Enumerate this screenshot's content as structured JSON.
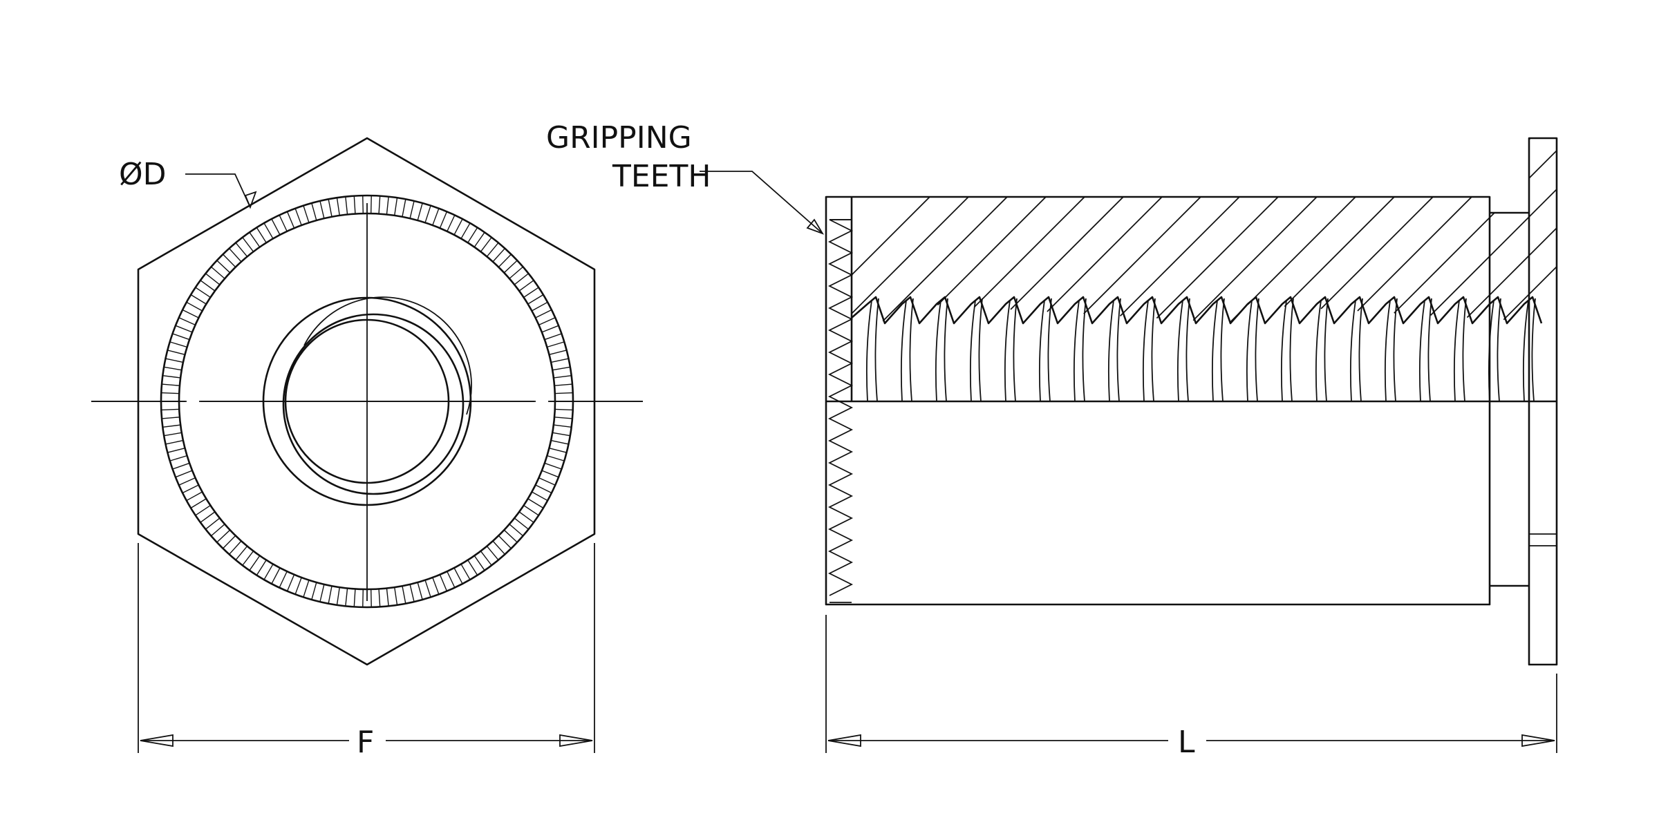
{
  "labels": {
    "diameter": "ØD",
    "gripping_1": "GRIPPING",
    "gripping_2": "TEETH",
    "width": "F",
    "length": "L"
  },
  "icons": [
    "hex-end-view",
    "insert-section-view",
    "dimension-arrow"
  ],
  "colors": {
    "line": "#111111",
    "background": "#ffffff"
  }
}
